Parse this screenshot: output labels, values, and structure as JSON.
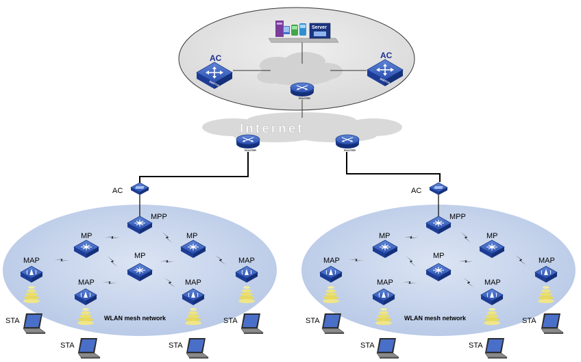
{
  "top": {
    "ac_left": "AC",
    "ac_right": "AC",
    "server": "Server",
    "switch_tag": "SWITCH",
    "router_tag": "ROUTER"
  },
  "internet": "Internet",
  "mesh_left": {
    "ac": "AC",
    "mpp": "MPP",
    "mp1": "MP",
    "mp2": "MP",
    "mp3": "MP",
    "map1": "MAP",
    "map2": "MAP",
    "map3": "MAP",
    "map4": "MAP",
    "network": "WLAN mesh network",
    "sta1": "STA",
    "sta2": "STA",
    "sta3": "STA",
    "sta4": "STA"
  },
  "mesh_right": {
    "ac": "AC",
    "mpp": "MPP",
    "mp1": "MP",
    "mp2": "MP",
    "mp3": "MP",
    "map1": "MAP",
    "map2": "MAP",
    "map3": "MAP",
    "map4": "MAP",
    "network": "WLAN mesh network",
    "sta1": "STA",
    "sta2": "STA",
    "sta3": "STA",
    "sta4": "STA"
  },
  "colors": {
    "device_blue": "#2a4fb0",
    "mesh_fill": "#c9d6ec",
    "top_ellipse": "#e5e5e5",
    "cloud": "#d9d9d9",
    "wifi_beam": "#f2e98a"
  }
}
